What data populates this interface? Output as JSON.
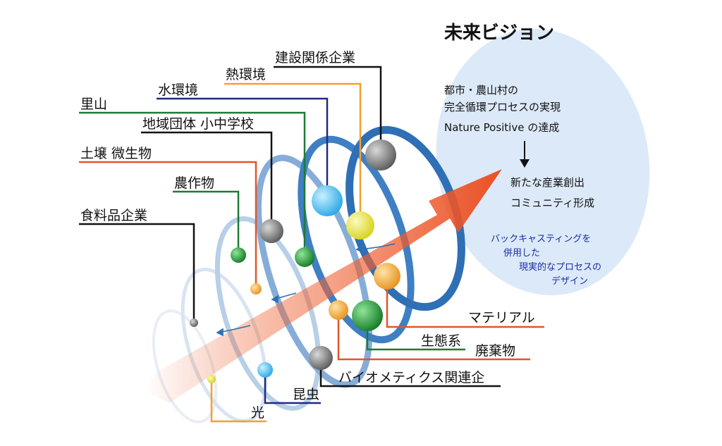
{
  "title": "未来ビジョン",
  "vision": {
    "line1": "都市・農山村の",
    "line2": "完全循環プロセスの実現",
    "line3": "Nature Positive の達成",
    "line4": "新たな産業創出",
    "line5": "コミュニティ形成",
    "blue1": "バックキャスティングを",
    "blue2": "併用した",
    "blue3": "現実的なプロセスの",
    "blue4": "デザイン"
  },
  "labels": {
    "kensetsu": "建設関係企業",
    "netsu": "熱環境",
    "mizu": "水環境",
    "satoyama": "里山",
    "chiiki": "地域団体 小中学校",
    "dojo": "土壌 微生物",
    "nousakumotsu": "農作物",
    "shokuryou": "食料品企業",
    "material": "マテリアル",
    "seitaikei": "生態系",
    "haikibutsu": "廃棄物",
    "biomimetics": "バイオメティクス関連企",
    "konchu": "昆虫",
    "hikari": "光"
  },
  "colors": {
    "black": "#111111",
    "orange_line": "#f2a12a",
    "navy_line": "#1f2a80",
    "green_line": "#1d7a34",
    "red_line": "#e0562a",
    "ring_blue": "#2e6fb5",
    "ellipse_fill": "#dce9f8",
    "arrow": "#ec5a2c",
    "blue_text": "#1a2aa8"
  }
}
